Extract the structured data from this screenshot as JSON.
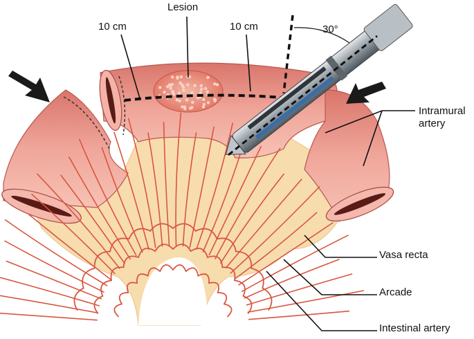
{
  "labels": {
    "lesion": "Lesion",
    "margin_left": "10 cm",
    "margin_right": "10 cm",
    "angle": "30°",
    "intramural_artery": "Intramural artery",
    "vasa_recta": "Vasa recta",
    "arcade": "Arcade",
    "intestinal_artery": "Intestinal artery"
  },
  "colors": {
    "bowel_wall": "#e9948a",
    "bowel_wall_dark": "#c9675f",
    "mesentery": "#f7dcae",
    "vessel": "#d9553f",
    "lesion": "#e36c5c",
    "stapler_metal": "#9aa3aa",
    "stapler_blue": "#3a6ea8",
    "arrow": "#1a1a1a"
  },
  "icons": {
    "direction_arrows": "arrow-icon",
    "instrument": "linear-stapler-icon"
  }
}
